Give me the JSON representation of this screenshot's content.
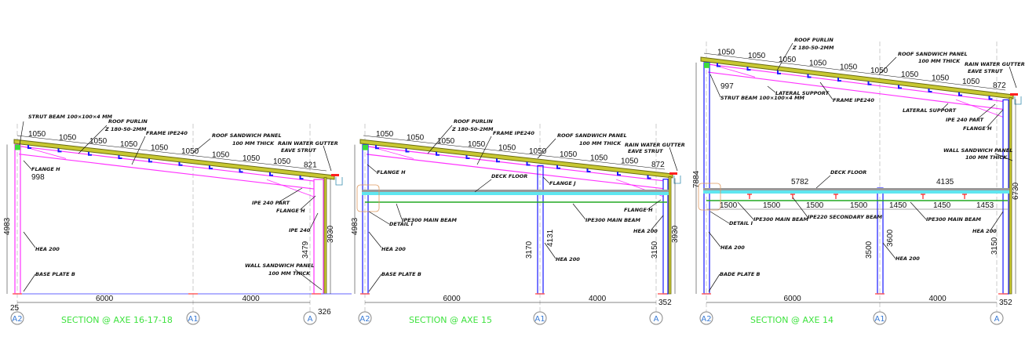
{
  "colors": {
    "frame": "#ff33ff",
    "column": "#1a1aff",
    "panel": "#6b6b10",
    "panel_fill": "#c8c832",
    "deck": "#5fe6f0",
    "beam": "#22aa22",
    "section_title": "#3ee23e",
    "axis_bubble": "#3a7bd5",
    "grid": "#aaaaaa"
  },
  "sections": [
    {
      "title": "SECTION @ AXE 16-17-18",
      "axes": [
        "A2",
        "A1",
        "A"
      ],
      "roof_dims": [
        "1050",
        "1050",
        "1050",
        "1050",
        "1050",
        "1050",
        "1050",
        "1050",
        "1050",
        "821"
      ],
      "dims": {
        "span1": "6000",
        "span2": "4000",
        "left_offset": "25",
        "right_offset": "326",
        "total_height": "4983",
        "inner_height": "3479",
        "wall_height": "3930",
        "haunch": "998"
      },
      "labels": {
        "strut": "STRUT BEAM 100×100×4 MM",
        "purlin": "ROOF PURLIN",
        "purlin_spec": "Z 180-50-2MM",
        "frame": "FRAME IPE240",
        "roof_panel": "ROOF SANDWICH PANEL",
        "roof_panel_thk": "100 MM THICK",
        "gutter": "RAIN WATER GUTTER",
        "eave": "EAVE STRUT",
        "flange_left": "FLANGE H",
        "ipe_part": "IPE 240 PART",
        "flange_right": "FLANGE H",
        "ipe240": "IPE 240",
        "column": "HEA 200",
        "base": "BASE PLATE B",
        "wall_panel": "WALL SANDWICH PANEL",
        "wall_panel_thk": "100 MM THICK"
      }
    },
    {
      "title": "SECTION @ AXE 15",
      "axes": [
        "A2",
        "A1",
        "A"
      ],
      "roof_dims": [
        "1050",
        "1050",
        "1050",
        "1050",
        "1050",
        "1050",
        "1050",
        "1050",
        "1050",
        "872"
      ],
      "dims": {
        "span1": "6000",
        "span2": "4000",
        "right_offset": "352",
        "total_height": "4983",
        "mid_height_a": "3170",
        "mid_height_b": "4131",
        "inner_height": "3150",
        "wall_height": "3930"
      },
      "labels": {
        "purlin": "ROOF PURLIN",
        "purlin_spec": "Z 180-50-2MM",
        "frame": "FRAME IPE240",
        "roof_panel": "ROOF SANDWICH PANEL",
        "roof_panel_thk": "100 MM THICK",
        "gutter": "RAIN WATER GUTTER",
        "eave": "EAVE STRUT",
        "flange_left": "FLANGE H",
        "flange_mid": "FLANGE J",
        "deck": "DECK FLOOR",
        "beam_left": "IPE300 MAIN BEAM",
        "beam_right": "IPE300 MAIN BEAM",
        "flange_right": "FLANGE H",
        "detail": "DETAIL I",
        "column_left": "HEA 200",
        "column_mid": "HEA 200",
        "column_right": "HEA 200",
        "base": "BASE PLATE B"
      }
    },
    {
      "title": "SECTION @ AXE 14",
      "axes": [
        "A2",
        "A1",
        "A"
      ],
      "roof_dims": [
        "1050",
        "1050",
        "1050",
        "1050",
        "1050",
        "1050",
        "1050",
        "1050",
        "1050",
        "872"
      ],
      "dims": {
        "span1": "6000",
        "span2": "4000",
        "right_offset": "352",
        "total_height": "7884",
        "haunch": "997",
        "deck1": "5782",
        "deck2": "4135",
        "sec": [
          "1500",
          "1500",
          "1500",
          "1500",
          "1450",
          "1450",
          "1453"
        ],
        "mid_height_a": "3500",
        "mid_height_b": "3600",
        "inner_height": "3150",
        "wall_height": "6730"
      },
      "labels": {
        "purlin": "ROOF PURLIN",
        "purlin_spec": "Z 180-50-2MM",
        "roof_panel": "ROOF SANDWICH PANEL",
        "roof_panel_thk": "100 MM THICK",
        "gutter": "RAIN WATER GUTTER",
        "eave": "EAVE STRUT",
        "lateral_left": "LATERAL SUPPORT",
        "frame": "FRAME IPE240",
        "lateral_right": "LATERAL SUPPORT",
        "strut": "STRUT BEAM 100×100×4 MM",
        "ipe_part": "IPE 240 PART",
        "flange_right": "FLANGE H",
        "wall_panel": "WALL SANDWICH PANEL",
        "wall_panel_thk": "100 MM THICK",
        "deck": "DECK FLOOR",
        "detail": "DETAIL I",
        "beam_left": "IPE300 MAIN BEAM",
        "secondary": "IPE220 SECONDARY BEAM",
        "beam_right": "IPE300 MAIN BEAM",
        "column_left": "HEA 200",
        "column_mid": "HEA 200",
        "column_right": "HEA 200",
        "base": "BADE PLATE B"
      }
    }
  ]
}
